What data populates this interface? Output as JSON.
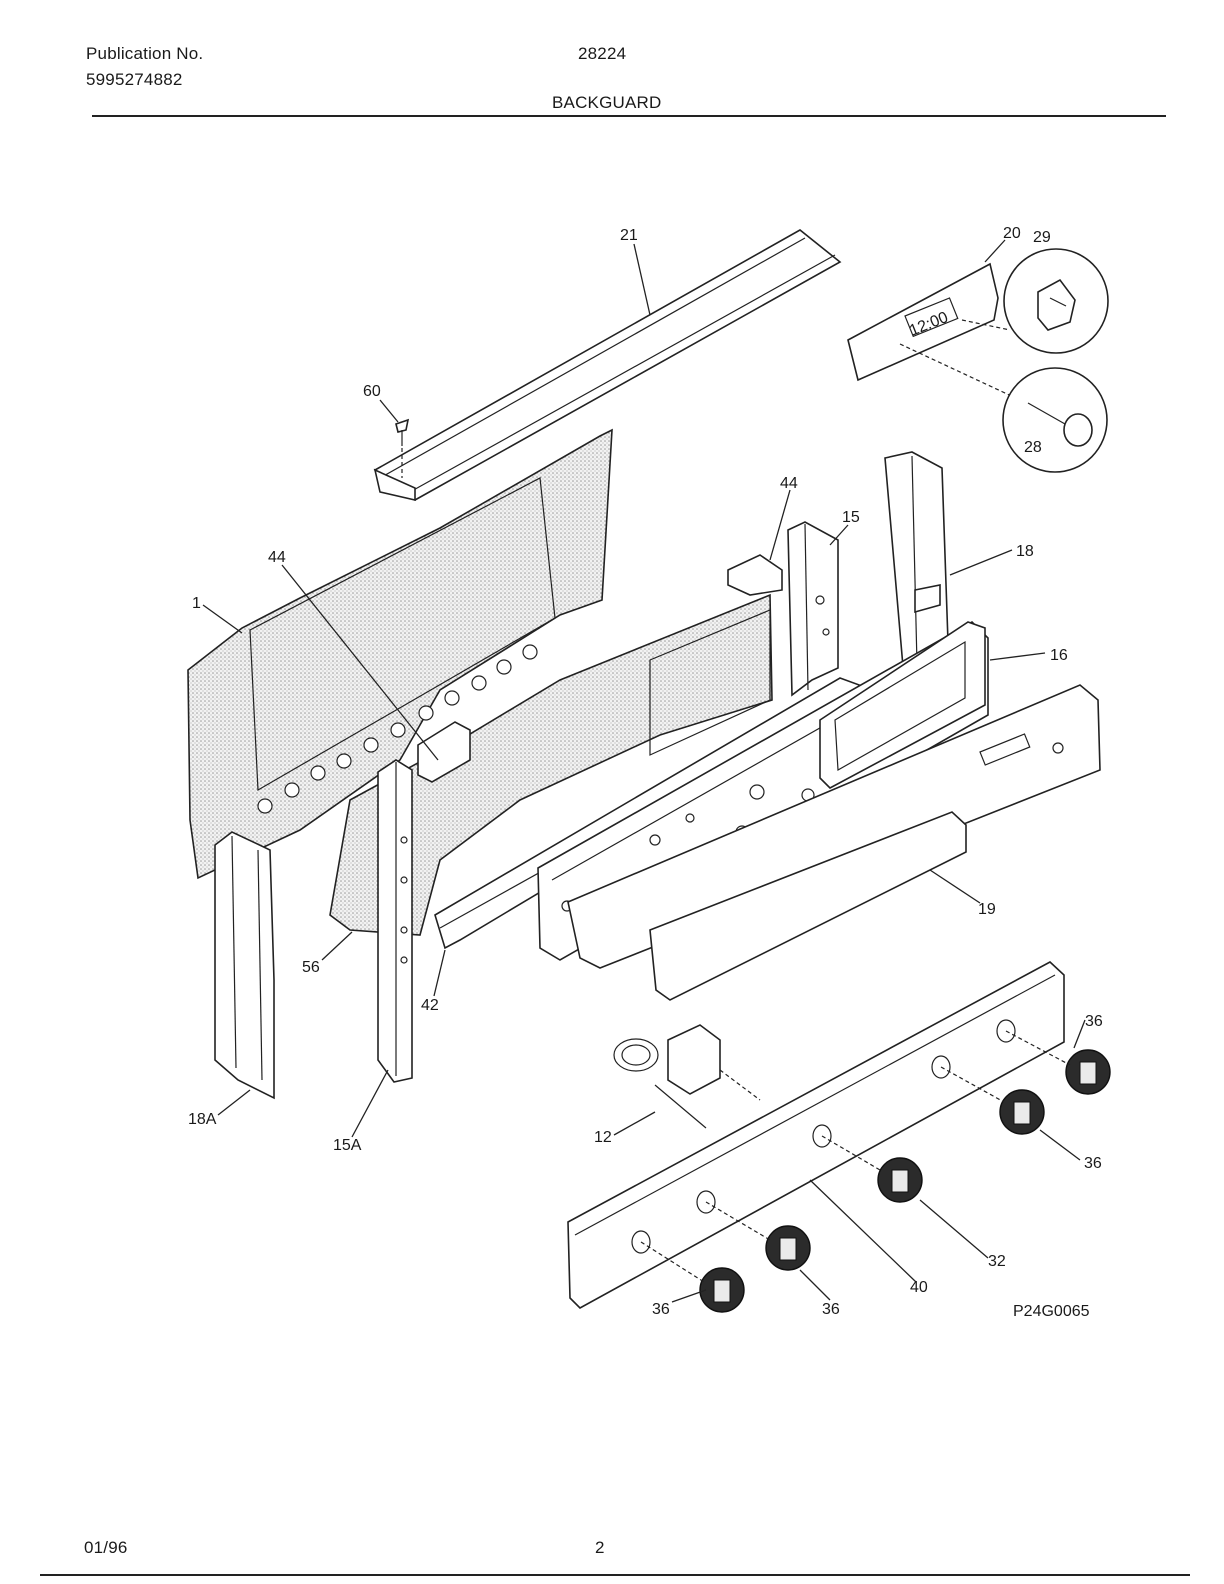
{
  "header": {
    "publication_label": "Publication No.",
    "publication_number": "5995274882",
    "model": "28224",
    "section_title": "BACKGUARD"
  },
  "footer": {
    "date": "01/96",
    "page": "2"
  },
  "diagram": {
    "drawing_code": "P24G0065",
    "display_time": "12:00",
    "callouts": {
      "c21": "21",
      "c20": "20",
      "c29": "29",
      "c28": "28",
      "c60": "60",
      "c44a": "44",
      "c44b": "44",
      "c15": "15",
      "c18": "18",
      "c16": "16",
      "c1": "1",
      "c19": "19",
      "c56": "56",
      "c42": "42",
      "c18a": "18A",
      "c15a": "15A",
      "c12": "12",
      "c36a": "36",
      "c36b": "36",
      "c32": "32",
      "c40": "40",
      "c36c": "36",
      "c36d": "36"
    }
  }
}
